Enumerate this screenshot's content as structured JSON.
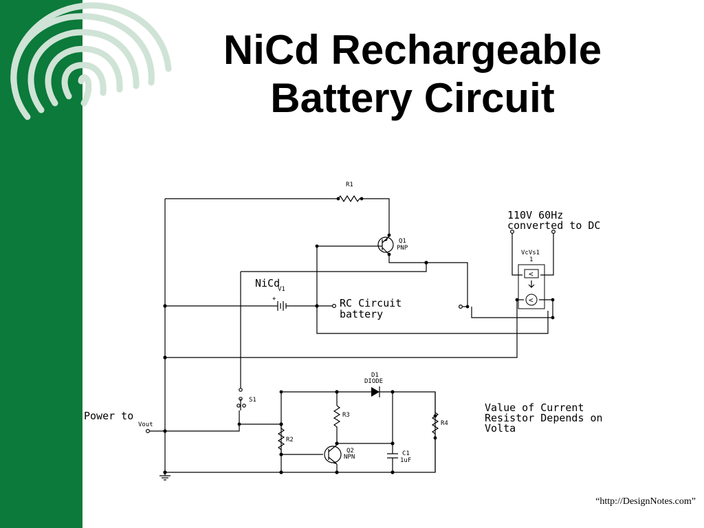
{
  "slide": {
    "title_line1": "NiCd Rechargeable",
    "title_line2": "Battery Circuit",
    "credit": "“http://DesignNotes.com”",
    "accent_color": "#0b7a3a"
  },
  "circuit": {
    "components": {
      "r1": "R1",
      "q1_name": "Q1",
      "q1_type": "PNP",
      "vcvs_name": "VcVs1",
      "vcvs_value": "1",
      "v1": "V1",
      "plus": "+",
      "d1_name": "D1",
      "d1_type": "DIODE",
      "s1": "S1",
      "r3": "R3",
      "r4": "R4",
      "r2": "R2",
      "q2_name": "Q2",
      "q2_type": "NPN",
      "c1_name": "C1",
      "c1_value": "1uF",
      "vout": "Vout"
    },
    "annotations": {
      "source_line1": "110V 60Hz",
      "source_line2": "converted to DC",
      "nicd": "NiCd",
      "rc_line1": "RC Circuit",
      "rc_line2": "battery",
      "power_to": "Power to",
      "note_line1": "Value of Current",
      "note_line2": "Resistor Depends on",
      "note_line3": "Volta"
    }
  }
}
